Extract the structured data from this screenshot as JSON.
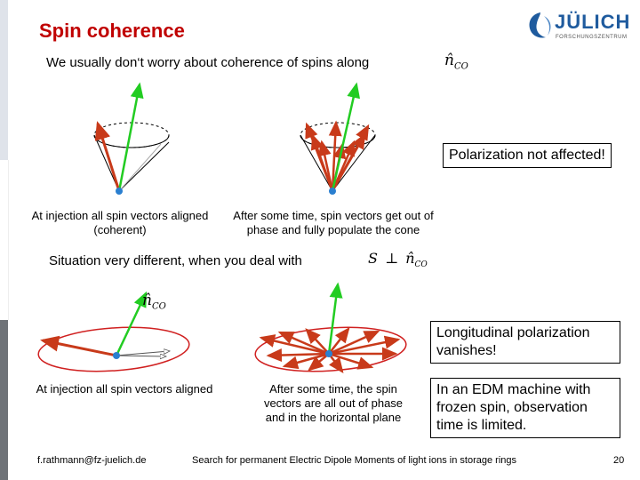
{
  "slide": {
    "title": "Spin coherence",
    "subtitle": "We usually don‘t worry about coherence of spins along",
    "subtitle_symbol": "n̂",
    "subtitle_symbol_sub": "CO",
    "box_polarization": "Polarization not affected!",
    "caption_left_top": "At injection all spin vectors aligned (coherent)",
    "caption_right_top": "After some time, spin vectors get out of phase and fully populate the cone",
    "situation_text": "Situation very different, when you deal with",
    "situation_symbol_s": "S",
    "situation_symbol_perp": "⊥",
    "situation_symbol_n": "n̂",
    "situation_symbol_n_sub": "CO",
    "mid_symbol_n": "n̂",
    "mid_symbol_n_sub": "CO",
    "box_longitudinal": "Longitudinal polarization vanishes!",
    "caption_left_bottom": "At injection all spin vectors aligned",
    "caption_right_bottom": "After some time, the spin vectors are all out of phase and in the horizontal plane",
    "box_edm": "In an EDM machine with frozen spin, observation time is limited.",
    "footer_email": "f.rathmann@fz-juelich.de",
    "footer_center": "Search for permanent Electric Dipole Moments of light ions in storage rings",
    "page_number": "20"
  },
  "logo": {
    "name": "JÜLICH",
    "tagline": "FORSCHUNGSZENTRUM"
  },
  "colors": {
    "title_red": "#c00000",
    "arrow_red": "#c83a1a",
    "arrow_green": "#22cc22",
    "ring_red": "#d02020",
    "logo_blue": "#1f5b9e"
  }
}
